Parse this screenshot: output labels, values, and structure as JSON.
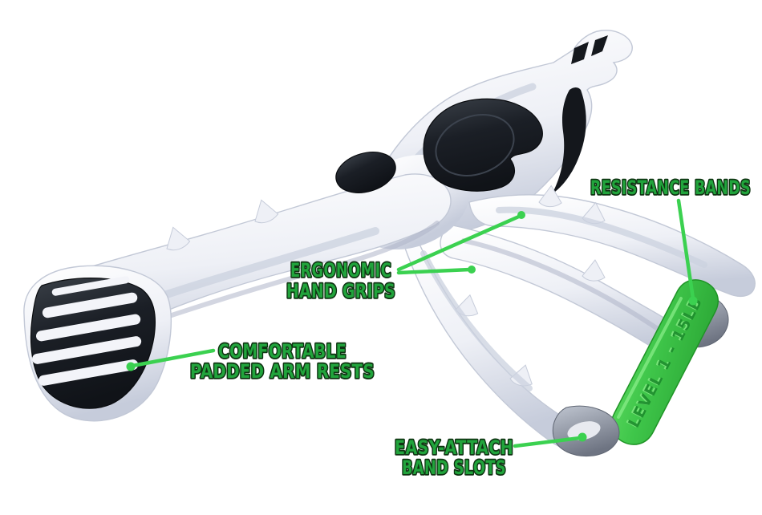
{
  "image": {
    "type": "product-feature-callout-diagram",
    "background": "#ffffff"
  },
  "callouts": {
    "resistance_bands": {
      "label": "RESISTANCE BANDS"
    },
    "ergonomic_hand_grips": {
      "line1": "ERGONOMIC",
      "line2": "HAND GRIPS"
    },
    "comfortable_padded_arm_rests": {
      "line1": "COMFORTABLE",
      "line2": "PADDED ARM RESTS"
    },
    "easy_attach_band_slots": {
      "line1": "EASY-ATTACH",
      "line2": "BAND SLOTS"
    }
  },
  "product": {
    "band_embossed_text": "LEVEL 1 - 15LB"
  },
  "colors": {
    "label_green": "#21a43c",
    "label_outline": "#0f3312",
    "leader_green": "#3bd150",
    "band_green": "#3fc64a",
    "plastic_white": "#f2f4f9",
    "plastic_shadow": "#c3c9d9",
    "pad_black": "#191d23",
    "clip_gray": "#8e95a4"
  }
}
